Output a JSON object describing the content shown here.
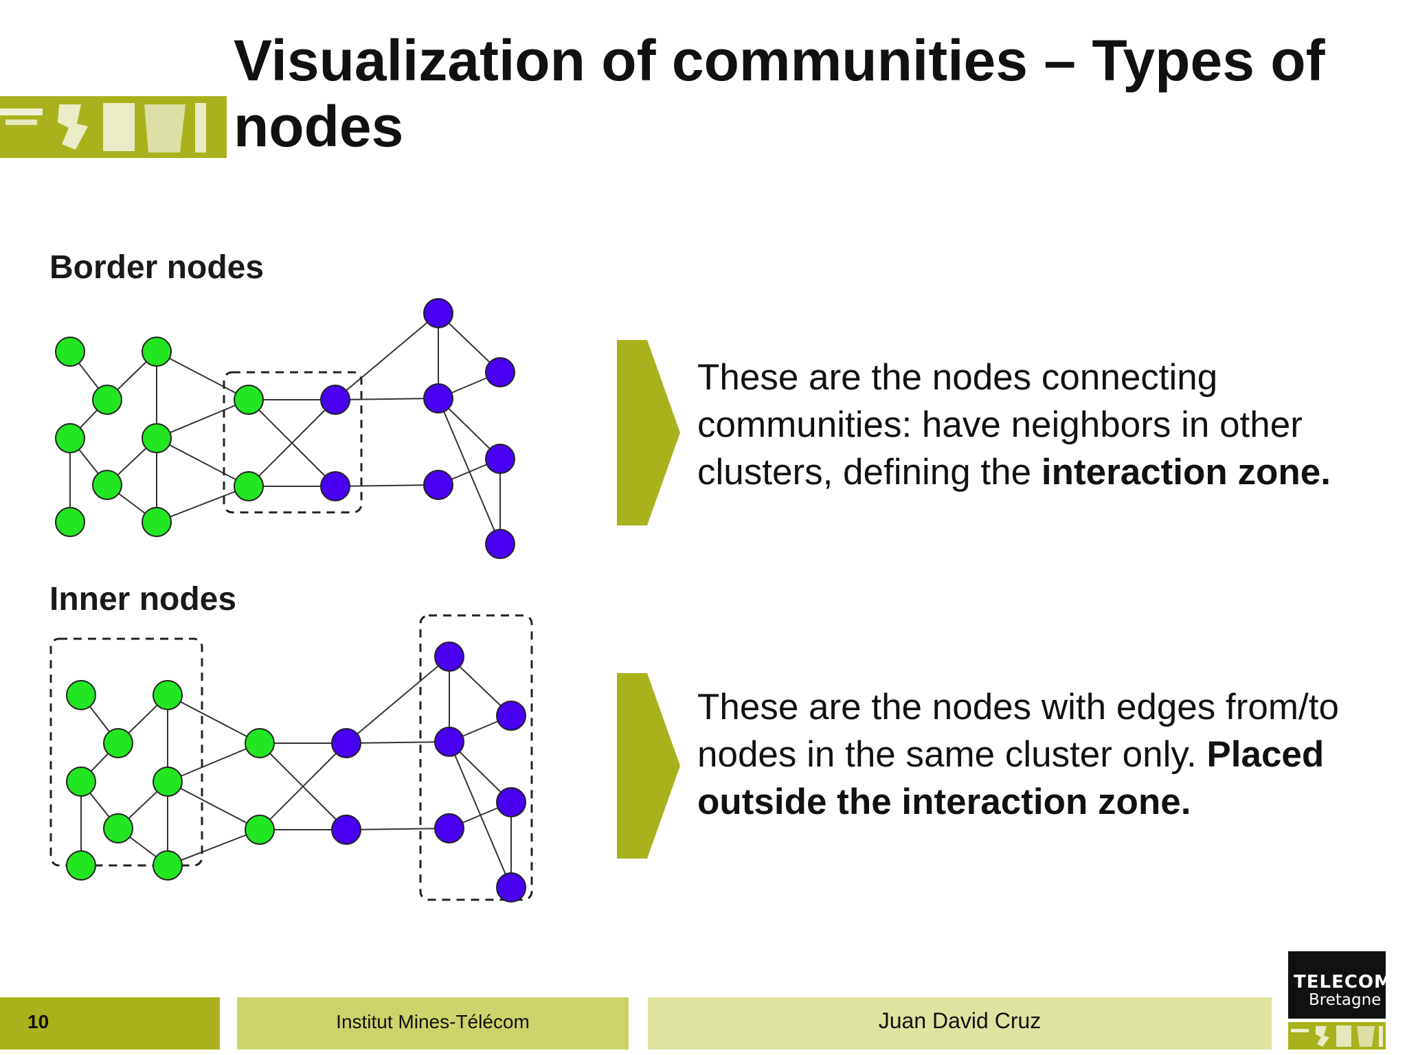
{
  "title": "Visualization of communities – Types of nodes",
  "sections": [
    {
      "label": "Border nodes",
      "description": {
        "plain": "These are the nodes connecting communities: have neighbors in other clusters, defining the ",
        "bold": "interaction zone."
      }
    },
    {
      "label": "Inner nodes",
      "description": {
        "plain": "These are the nodes with edges from/to nodes in the same cluster only. ",
        "bold": "Placed outside the interaction zone."
      }
    }
  ],
  "colors": {
    "green_node": "#22e622",
    "blue_node": "#4a00f0",
    "accent_olive": "#a9b21c",
    "footer_mid": "#ccd36a",
    "footer_light": "#dfe3a0"
  },
  "footer": {
    "page_number": "10",
    "institution": "Institut Mines-Télécom",
    "author": "Juan David Cruz"
  },
  "brand_logo": {
    "line1": "TELECOM",
    "line2": "Bretagne"
  }
}
